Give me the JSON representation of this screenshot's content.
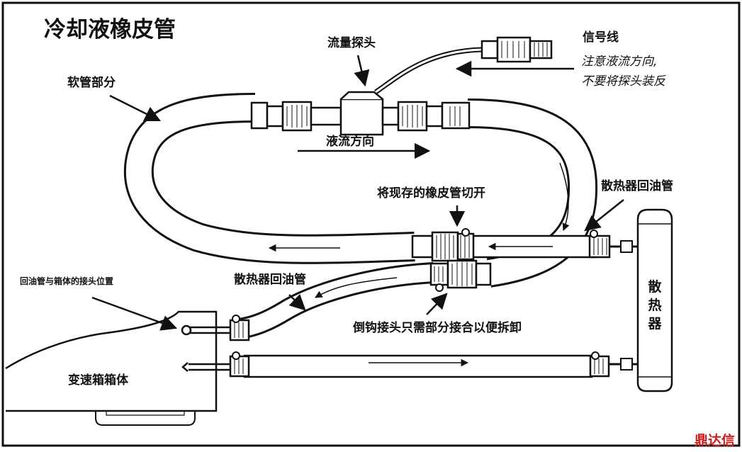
{
  "title": "冷却液橡皮管",
  "labels": {
    "flow_probe": "流量探头",
    "signal_wire": "信号线",
    "note_line1": "注意液流方向,",
    "note_line2": "不要将探头装反",
    "hose_section": "软管部分",
    "flow_direction": "液流方向",
    "cut_existing_hose": "将现存的橡皮管切开",
    "radiator_return_pipe_right": "散热器回油管",
    "radiator_return_pipe_left": "散热器回油管",
    "joint_position": "回油管与箱体的接头位置",
    "barb_fitting_note": "倒钩接头只需部分接合以便拆卸",
    "transmission_case": "变速箱箱体",
    "radiator": "散热器"
  },
  "watermark": "鼎达信",
  "colors": {
    "line": "#111111",
    "hose_fill": "#ffffff",
    "accent_logo": "#cc1d1d"
  }
}
